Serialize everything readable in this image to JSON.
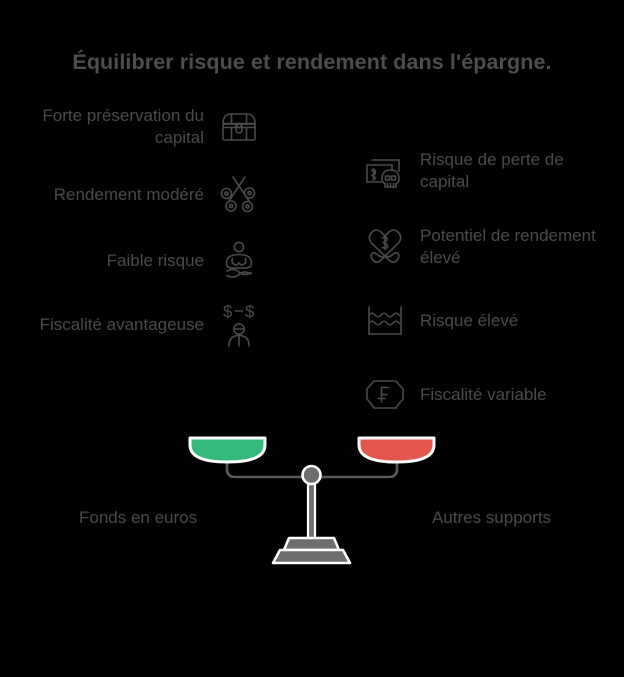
{
  "title": "Équilibrer risque et rendement dans l'épargne.",
  "colors": {
    "background": "#000000",
    "text": "#4a4a4a",
    "title_text": "#4d4d4d",
    "icon_stroke": "#4a4a4a",
    "left_pan_green": "#35b97a",
    "right_pan_red": "#e2564e",
    "scale_gray": "#6e6e6e",
    "scale_outline": "#ffffff"
  },
  "left_column": {
    "side_label": "Fonds en euros",
    "items": [
      {
        "label": "Forte préservation du capital",
        "icon": "treasure-chest-icon"
      },
      {
        "label": "Rendement modéré",
        "icon": "scissors-coins-icon"
      },
      {
        "label": "Faible risque",
        "icon": "meditating-person-icon"
      },
      {
        "label": "Fiscalité avantageuse",
        "icon": "person-dollar-exchange-icon"
      }
    ]
  },
  "right_column": {
    "side_label": "Autres supports",
    "items": [
      {
        "label": "Risque de perte de capital",
        "icon": "banknote-skull-icon"
      },
      {
        "label": "Potentiel de rendement élevé",
        "icon": "heart-dollar-leaves-icon"
      },
      {
        "label": "Risque élevé",
        "icon": "waves-volatility-icon"
      },
      {
        "label": "Fiscalité variable",
        "icon": "franc-badge-icon"
      }
    ]
  },
  "scale": {
    "left_pan_state": "green",
    "right_pan_state": "red",
    "balanced": true
  },
  "glyphs": {
    "dollar": "$",
    "dash": "–",
    "franc": "F"
  }
}
